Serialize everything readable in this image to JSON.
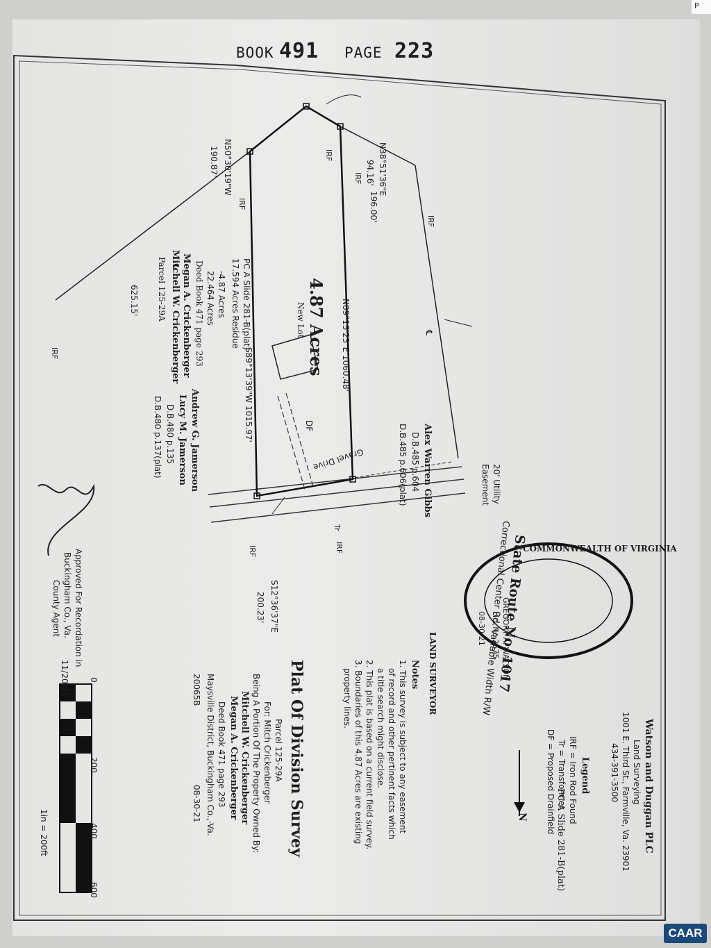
{
  "header": {
    "book_label": "BOOK",
    "book_number": "491",
    "page_label": "PAGE",
    "page_number": "223"
  },
  "corner_tag": "P",
  "parcel_block": {
    "parcel": "Parcel 125-29A",
    "owner1": "Mitchell W. Crickenberger",
    "owner2": "Megan A. Crickenberger",
    "deed": "Deed Book 471 page 293",
    "acres1": "22.464 Acres",
    "acres2": "-4.87 Acres",
    "residue": "17.594 Acres Residue",
    "slide": "PC A Slide 281-B(plat)"
  },
  "lot": {
    "name": "New Lot",
    "acres": "4.87 Acres",
    "drainfield": "DF"
  },
  "gibbs": {
    "name": "Alex Warren Gibbs",
    "deed1": "D.B.485 p.604",
    "deed2": "D.B.485 p.606(plat)"
  },
  "jamerson": {
    "name1": "Andrew G. Jamerson",
    "name2": "Lucy M. Jamerson",
    "deed1": "D.B.480 p.135",
    "deed2": "D.B.480 p.137(plat)"
  },
  "bearings": {
    "n38": "N38°51'36\"E",
    "n38_dist": "94.16'",
    "n50": "N50°30'19\"W",
    "n50_dist": "190.87'",
    "d196": "196.00'",
    "d625": "625.15'",
    "n89": "N89°13'23\"E 1060.48'",
    "s89": "S89°13'39\"W 1015.97'",
    "s12": "S12°36'37\"E",
    "s12_dist": "200.23'"
  },
  "markers": {
    "irf": "IRF",
    "cl": "℄",
    "tr": "Tr"
  },
  "road": {
    "easement1": "20' Utility",
    "easement2": "Easement",
    "route": "State Route No. 1017",
    "name": "Correctional Center Rd.   Variable Width R/W",
    "drive": "Gravel Drive"
  },
  "firm": {
    "name": "Watson and Duggan PLC",
    "sub": "Land Surveying",
    "address": "1001 E. Third St., Farmville, Va. 23901",
    "phone": "434-391-3500"
  },
  "legend": {
    "title": "Legend",
    "irf": "IRF = Iron Rod Found",
    "tr": "Tr = Transformer",
    "df": "DF = Proposed Drainfield"
  },
  "notes": {
    "title": "Notes",
    "n1a": "1. This survey is subject to any easement",
    "n1b": "of record and other pertinent facts which",
    "n1c": "a title search might disclose.",
    "n2": "2. This plat is based on a current field survey.",
    "n3a": "3. Boundaries of this 4.87 Acres are existing",
    "n3b": "property lines."
  },
  "title_block": {
    "title": "Plat Of Division Survey",
    "parcel": "Parcel 125-29A",
    "for": "For: Mitch Crickenberger",
    "portion": "Being A Portion Of The Property Owned By:",
    "owner1": "Mitchell W. Crickenberger",
    "owner2": "Megan A. Crickenberger",
    "deed": "Deed Book 471 page 293",
    "district": "Maysville District, Buckingham Co.,-Va.",
    "job": "20065B",
    "date": "08-30-21"
  },
  "seal": {
    "top": "COMMONWEALTH OF VIRGINIA",
    "bottom": "LAND SURVEYOR",
    "name": "GREGORY A. WATSON",
    "lic": "Lic. No.2575",
    "date": "08-30-21"
  },
  "scale": {
    "s0": "0",
    "s200": "200",
    "s400": "400",
    "s600": "600",
    "ratio": "1in = 200ft"
  },
  "slide_ref": "PC A Slide 281-B(plat)",
  "north": "N",
  "approval": {
    "line1": "Approved For Recordation in",
    "line2": "Buckingham Co., Va.",
    "line3": "County Agent",
    "date": "11/20/21"
  },
  "watermark": "CAAR"
}
